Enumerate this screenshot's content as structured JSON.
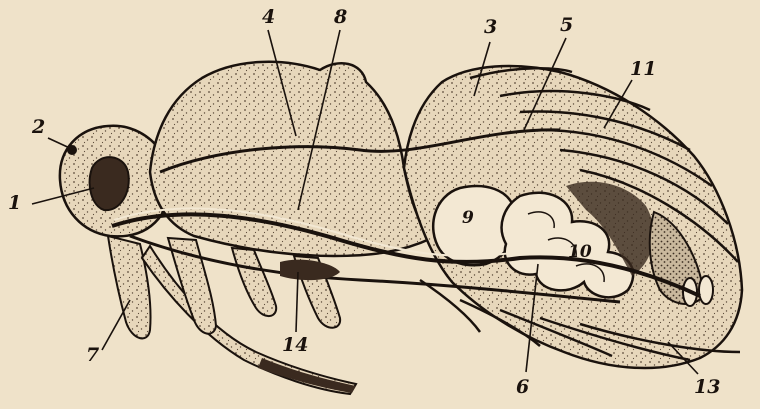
{
  "figure": {
    "paper_color": "#efe2c9",
    "ink_color": "#1a120d",
    "labels": [
      "1",
      "2",
      "3",
      "4",
      "5",
      "6",
      "7",
      "8",
      "9",
      "10",
      "11",
      "13",
      "14"
    ]
  }
}
